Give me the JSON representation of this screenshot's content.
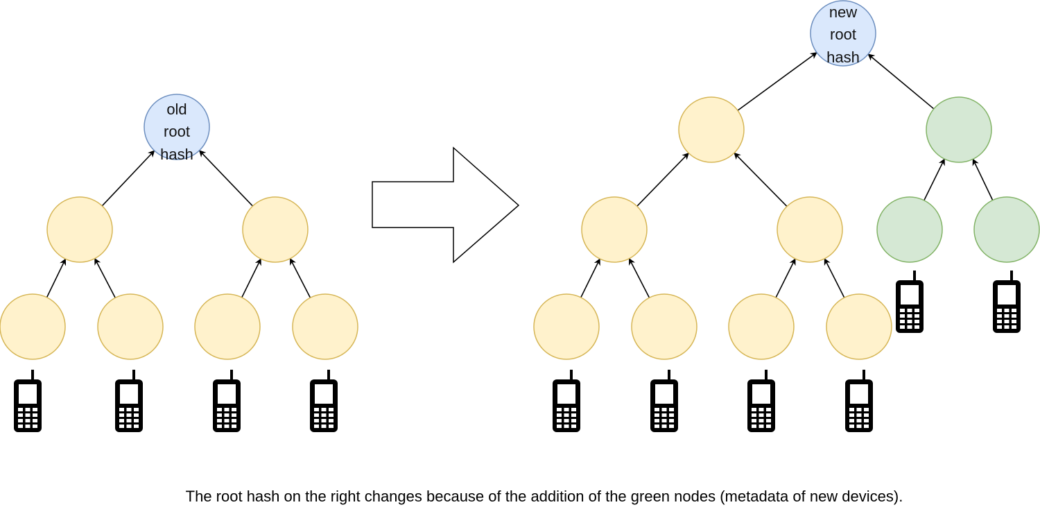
{
  "left_tree": {
    "root_label": [
      "old",
      "root",
      "hash"
    ]
  },
  "right_tree": {
    "root_label": [
      "new",
      "root",
      "hash"
    ]
  },
  "caption": "The root hash on the right changes because of the addition of the green nodes (metadata of new devices).",
  "colors": {
    "existing_fill": "#fff2cc",
    "existing_stroke": "#d6b656",
    "root_fill": "#dae8fc",
    "root_stroke": "#6c8ebf",
    "new_fill": "#d5e8d4",
    "new_stroke": "#82b366"
  }
}
